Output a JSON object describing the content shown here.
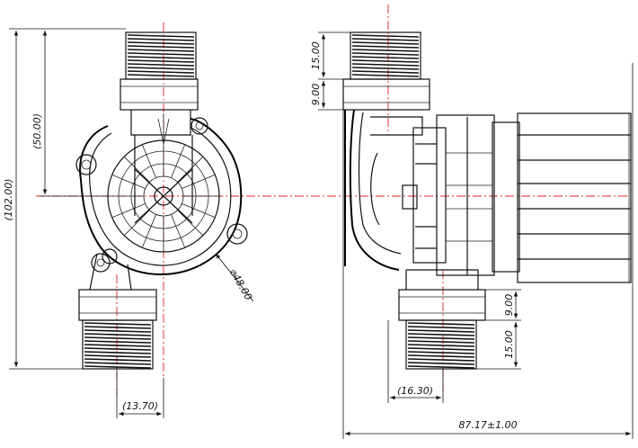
{
  "dimensions": {
    "overall_height": "(102.00)",
    "center_height": "(50.00)",
    "diameter": "⌀48.00",
    "outlet_offset": "(13.70)",
    "top_thread_length": "15.00",
    "top_hex_height": "9.00",
    "bottom_hex_height": "9.00",
    "bottom_thread_length": "15.00",
    "inlet_offset": "(16.30)",
    "overall_length": "87.17±1.00"
  },
  "colors": {
    "lines": "#111111",
    "centerline": "#e02020",
    "background": "#ffffff"
  }
}
